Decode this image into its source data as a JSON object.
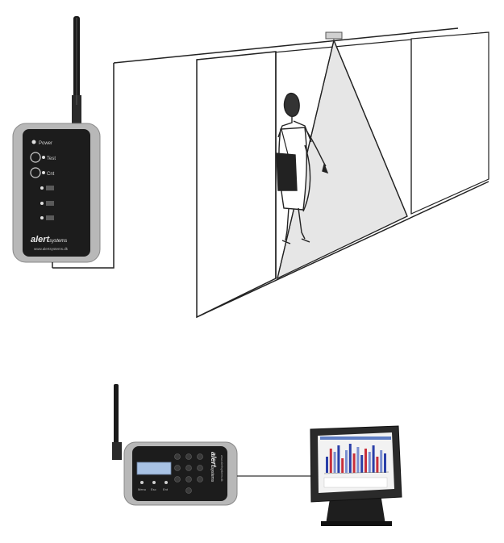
{
  "top_sensor": {
    "brand": "alert",
    "brand_suffix": "systems",
    "url": "www.alertsystems.dk",
    "leds": [
      {
        "label": "Power"
      },
      {
        "label": "Test"
      },
      {
        "label": "Cnt"
      }
    ]
  },
  "bottom_unit": {
    "brand": "alert",
    "brand_suffix": "systems",
    "sub_text": "www.alertsystems.dk",
    "key_labels": [
      "Menu",
      "Esc",
      "Ent"
    ]
  },
  "monitor": {
    "chart_bar_colors": [
      "#2a3fa8",
      "#c82f3a",
      "#7a8fd0"
    ]
  },
  "colors": {
    "line": "#222222",
    "beam": "#e6e6e6",
    "device_body": "#222222",
    "device_frame": "#b8b8b8"
  }
}
